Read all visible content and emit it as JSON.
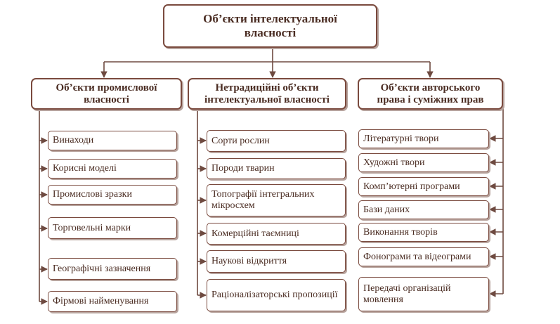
{
  "root": {
    "line1": "Об’єкти інтелектуальної",
    "line2": "власності"
  },
  "categories": [
    {
      "line1": "Об’єкти промислової",
      "line2": "власності",
      "items": [
        "Винаходи",
        "Корисні моделі",
        "Промислові зразки",
        "Торговельні марки",
        "Географічні зазначення",
        "Фірмові найменування"
      ]
    },
    {
      "line1": "Нетрадиційні об’єкти",
      "line2": "інтелектуальної власності",
      "items": [
        "Сорти рослин",
        "Породи тварин",
        "Топографії інтегральних мікросхем",
        "Комерційні таємниці",
        "Наукові відкриття",
        "Раціоналізаторські пропозиції"
      ]
    },
    {
      "line1": "Об’єкти авторського",
      "line2": "права і суміжних прав",
      "items": [
        "Літературні твори",
        "Художні твори",
        "Комп’ютерні програми",
        "Бази даних",
        "Виконання творів",
        "Фонограми та відеограми",
        "Передачі організацій мовлення"
      ]
    }
  ]
}
